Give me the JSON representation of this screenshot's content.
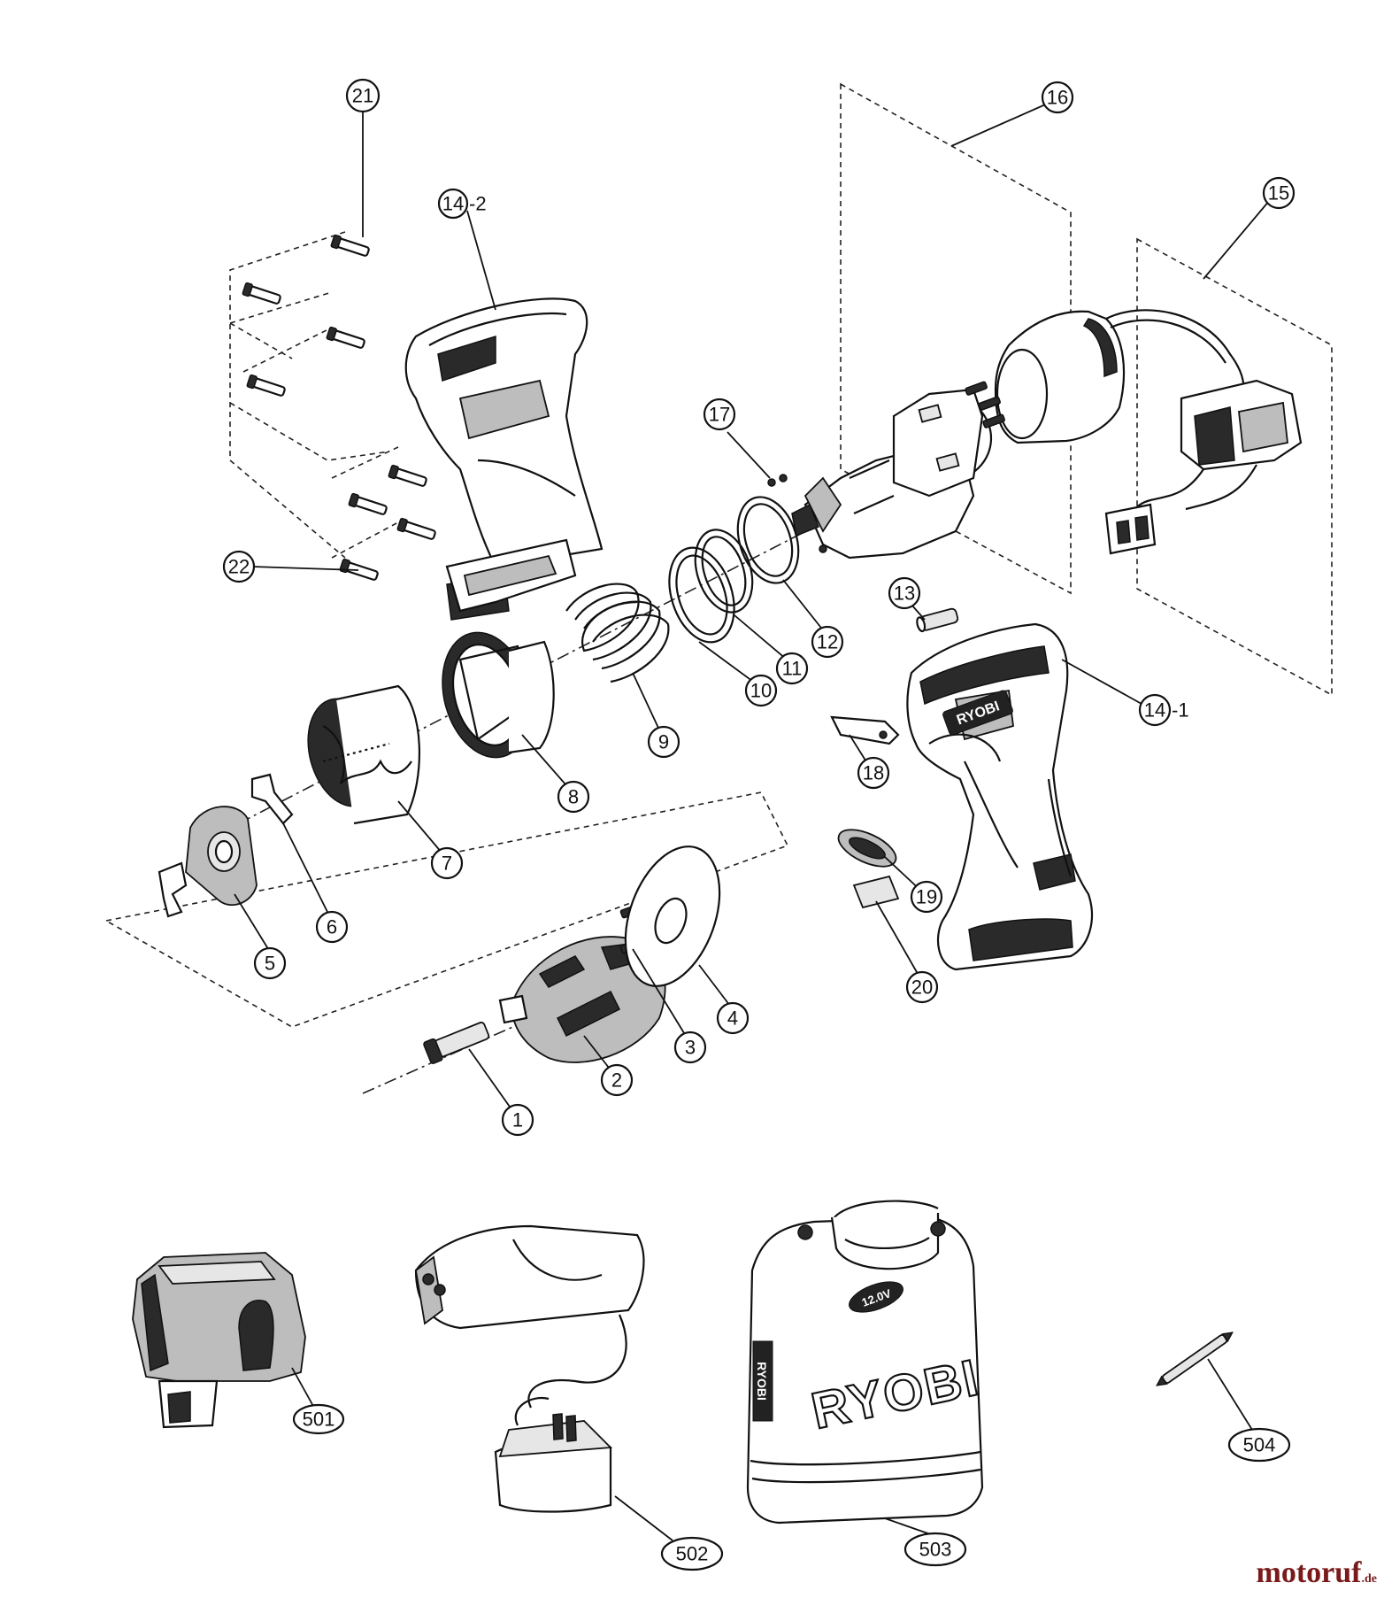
{
  "diagram": {
    "callouts": [
      {
        "id": "c1",
        "label": "1"
      },
      {
        "id": "c2",
        "label": "2"
      },
      {
        "id": "c3",
        "label": "3"
      },
      {
        "id": "c4",
        "label": "4"
      },
      {
        "id": "c5",
        "label": "5"
      },
      {
        "id": "c6",
        "label": "6"
      },
      {
        "id": "c7",
        "label": "7"
      },
      {
        "id": "c8",
        "label": "8"
      },
      {
        "id": "c9",
        "label": "9"
      },
      {
        "id": "c10",
        "label": "10"
      },
      {
        "id": "c11",
        "label": "11"
      },
      {
        "id": "c12",
        "label": "12"
      },
      {
        "id": "c13",
        "label": "13"
      },
      {
        "id": "c14a",
        "label": "14",
        "suffix": "-1"
      },
      {
        "id": "c14b",
        "label": "14",
        "suffix": "-2"
      },
      {
        "id": "c15",
        "label": "15"
      },
      {
        "id": "c16",
        "label": "16"
      },
      {
        "id": "c17",
        "label": "17"
      },
      {
        "id": "c18",
        "label": "18"
      },
      {
        "id": "c19",
        "label": "19"
      },
      {
        "id": "c20",
        "label": "20"
      },
      {
        "id": "c21",
        "label": "21"
      },
      {
        "id": "c22",
        "label": "22"
      },
      {
        "id": "c501",
        "label": "501"
      },
      {
        "id": "c502",
        "label": "502"
      },
      {
        "id": "c503",
        "label": "503"
      },
      {
        "id": "c504",
        "label": "504"
      }
    ],
    "brand_text": "RYOBI",
    "voltage_text": "12.0V",
    "watermark": {
      "name": "motoruf",
      "tld": ".de"
    }
  }
}
